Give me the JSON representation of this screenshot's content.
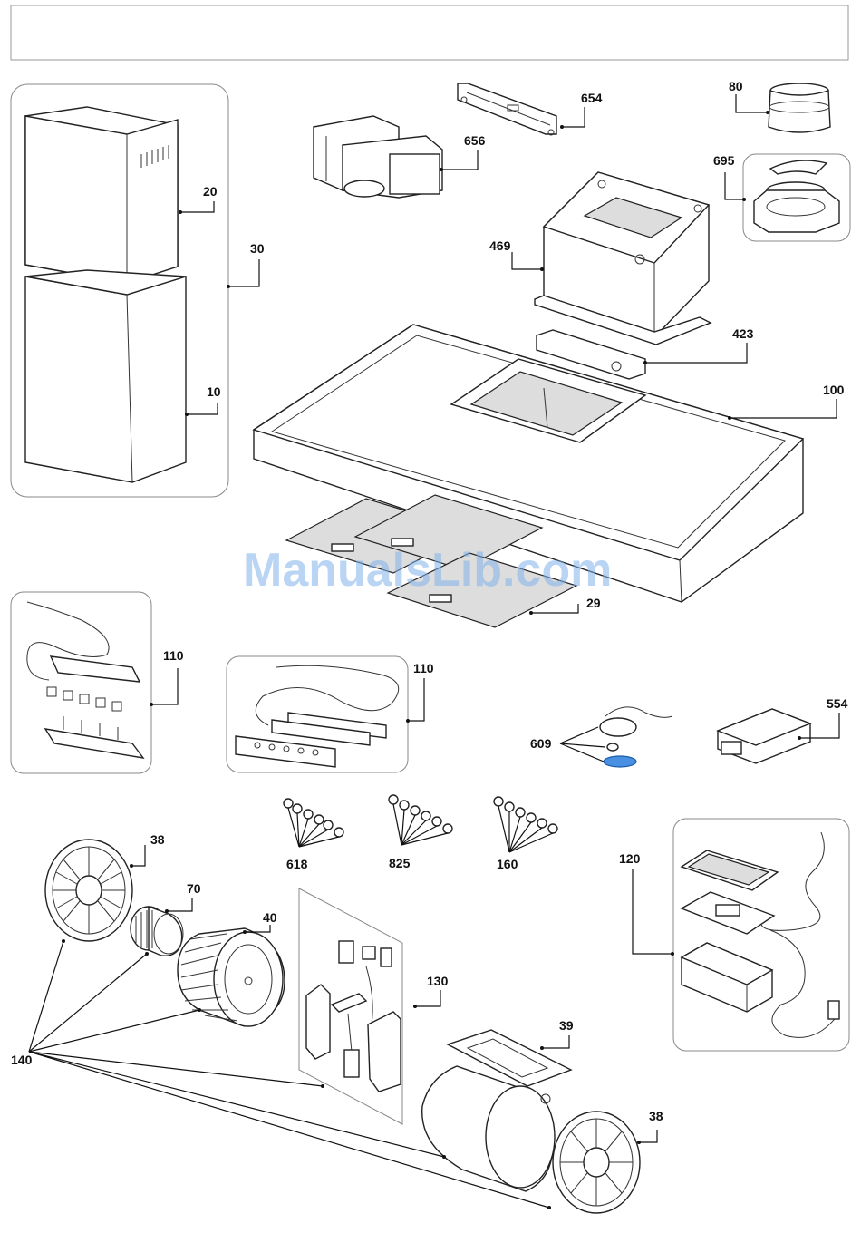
{
  "header": {
    "title": ""
  },
  "watermark": "ManualsLib.com",
  "colors": {
    "watermark": "#7fb2ea",
    "highlight": "#4a90e2",
    "line": "#111111"
  },
  "labels": {
    "p654": "654",
    "p80": "80",
    "p656": "656",
    "p695": "695",
    "p20": "20",
    "p30": "30",
    "p469": "469",
    "p423": "423",
    "p10": "10",
    "p100": "100",
    "p29": "29",
    "p110a": "110",
    "p110b": "110",
    "p554": "554",
    "p609": "609",
    "p38a": "38",
    "p618": "618",
    "p825": "825",
    "p160": "160",
    "p70": "70",
    "p120": "120",
    "p40": "40",
    "p130": "130",
    "p140": "140",
    "p39": "39",
    "p38b": "38"
  }
}
